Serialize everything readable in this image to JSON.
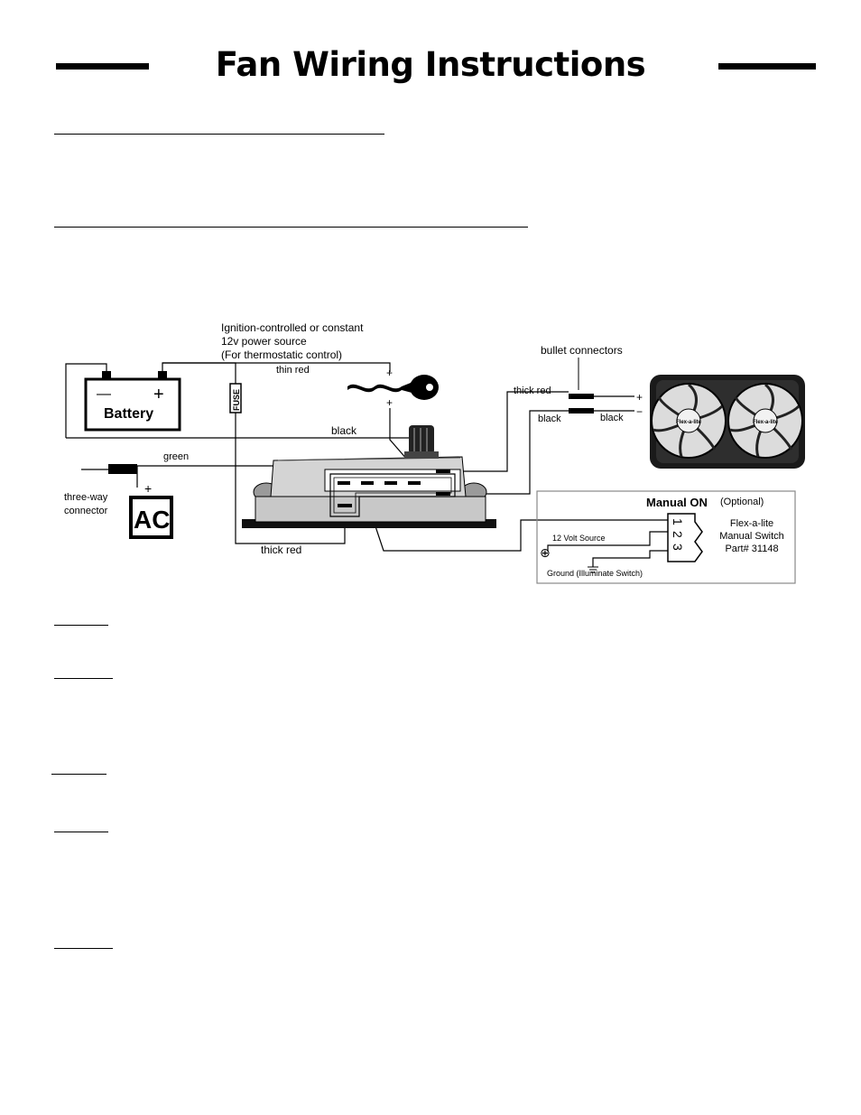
{
  "title": "Fan Wiring Instructions",
  "diagram": {
    "power_source": {
      "line1": "Ignition-controlled or constant",
      "line2": "12v power source",
      "line3": "(For thermostatic control)"
    },
    "battery_label": "Battery",
    "battery_neg": "—",
    "battery_pos": "+",
    "fuse_label": "FUSE",
    "wires": {
      "thin_red": "thin red",
      "thick_red_top": "thick red",
      "thick_red_bottom": "thick red",
      "black_top": "black",
      "black_fan_left": "black",
      "black_fan_right": "black",
      "green": "green"
    },
    "bullet_connectors": "bullet connectors",
    "plus": "+",
    "minus": "−",
    "three_way": {
      "line1": "three-way",
      "line2": "connector"
    },
    "ac_label": "AC",
    "fan_brand": "Flex-a-lite",
    "switch_box": {
      "title": "Manual ON",
      "optional": "(Optional)",
      "brand_line1": "Flex-a-lite",
      "brand_line2": "Manual Switch",
      "brand_line3": "Part# 31148",
      "volt_source": "12 Volt Source",
      "ground": "Ground (Illuminate Switch)",
      "terminal_1": "1",
      "terminal_2": "2",
      "terminal_3": "3",
      "plus_symbol": "⊕"
    }
  }
}
